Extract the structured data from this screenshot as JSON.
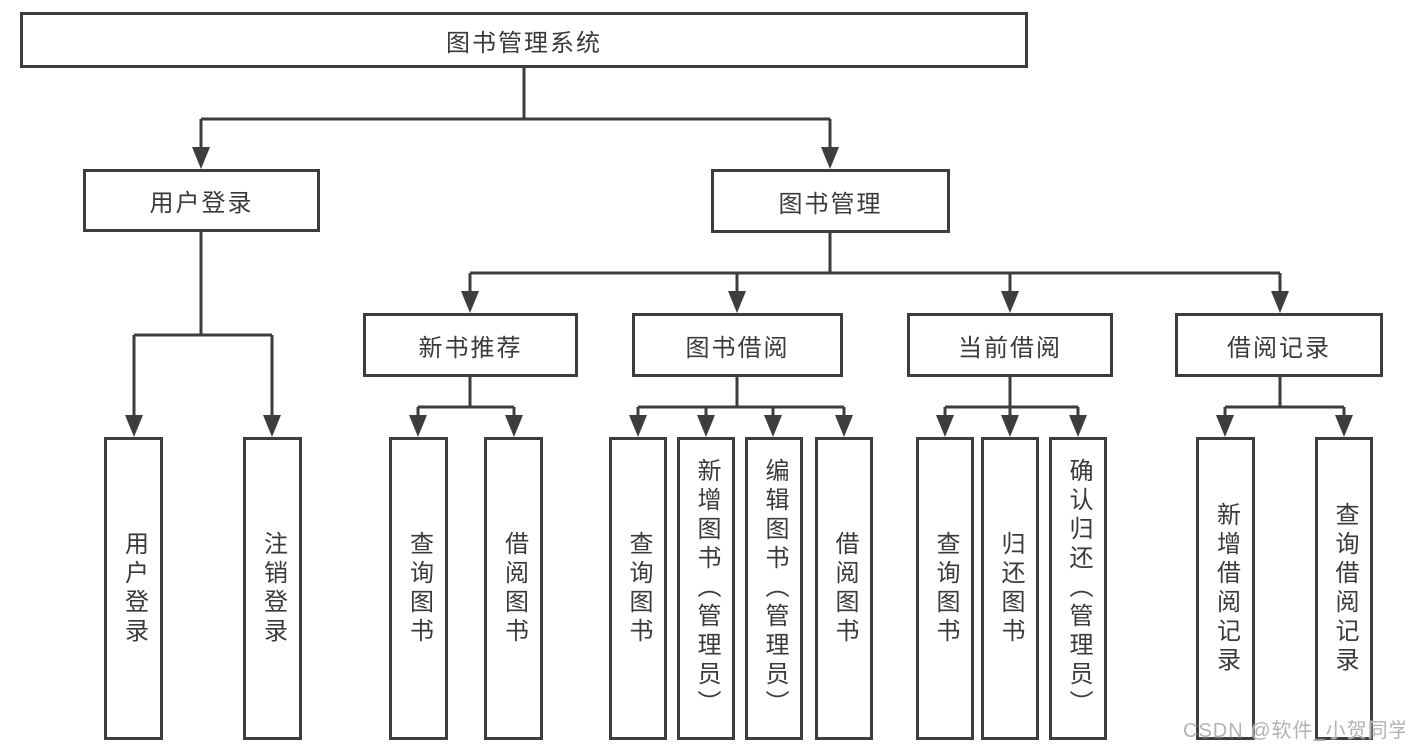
{
  "diagram": {
    "root": {
      "label": "图书管理系统"
    },
    "level2": [
      {
        "id": "user-login",
        "label": "用户登录"
      },
      {
        "id": "book-mgmt",
        "label": "图书管理"
      }
    ],
    "level3": [
      {
        "id": "new-books",
        "label": "新书推荐"
      },
      {
        "id": "book-borrow",
        "label": "图书借阅"
      },
      {
        "id": "current-borrow",
        "label": "当前借阅"
      },
      {
        "id": "borrow-records",
        "label": "借阅记录"
      }
    ],
    "leaves": [
      {
        "parent": "user-login",
        "label": "用户登录"
      },
      {
        "parent": "user-login",
        "label": "注销登录"
      },
      {
        "parent": "new-books",
        "label": "查询图书"
      },
      {
        "parent": "new-books",
        "label": "借阅图书"
      },
      {
        "parent": "book-borrow",
        "label": "查询图书"
      },
      {
        "parent": "book-borrow",
        "label": "新增图书（管理员）"
      },
      {
        "parent": "book-borrow",
        "label": "编辑图书（管理员）"
      },
      {
        "parent": "book-borrow",
        "label": "借阅图书"
      },
      {
        "parent": "current-borrow",
        "label": "查询图书"
      },
      {
        "parent": "current-borrow",
        "label": "归还图书"
      },
      {
        "parent": "current-borrow",
        "label": "确认归还（管理员）"
      },
      {
        "parent": "borrow-records",
        "label": "新增借阅记录"
      },
      {
        "parent": "borrow-records",
        "label": "查询借阅记录"
      }
    ],
    "watermark": "CSDN @软件_小贺同学",
    "colors": {
      "line": "#3d3d3d",
      "text": "#3a3a3a",
      "background": "#ffffff",
      "watermark": "#b3b3b3"
    }
  }
}
